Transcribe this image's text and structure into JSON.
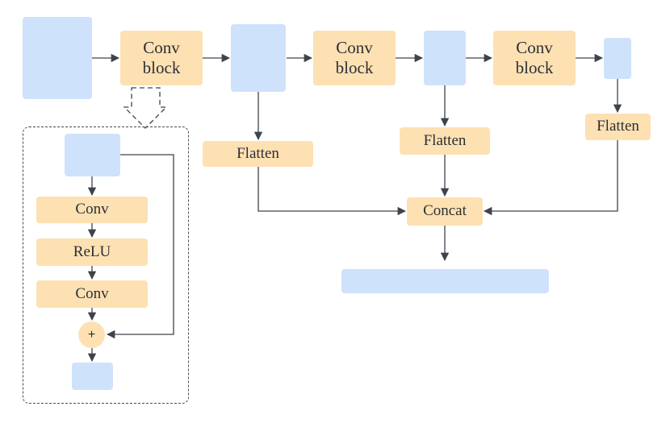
{
  "diagram": {
    "main": {
      "conv_block_label": "Conv\nblock",
      "flatten_label": "Flatten",
      "concat_label": "Concat"
    },
    "detail": {
      "conv_label": "Conv",
      "relu_label": "ReLU",
      "add_symbol": "+"
    },
    "colors": {
      "tensor": "#cfe2fb",
      "operation": "#fde1b3",
      "line": "#3d434b"
    }
  }
}
